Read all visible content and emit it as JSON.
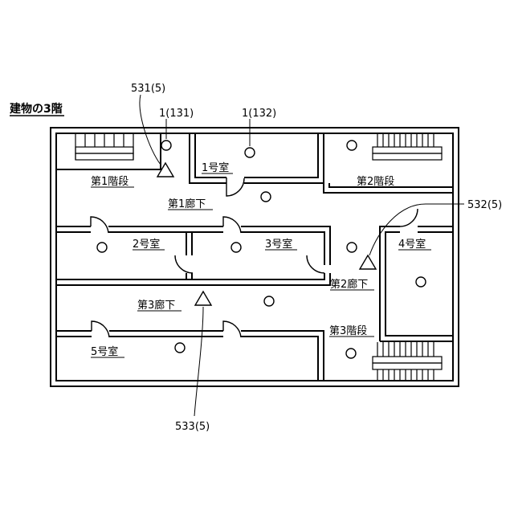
{
  "title": "建物の3階",
  "rooms": {
    "room1": "1号室",
    "room2": "2号室",
    "room3": "3号室",
    "room4": "4号室",
    "room5": "5号室"
  },
  "stairs": {
    "stair1": "第1階段",
    "stair2": "第2階段",
    "stair3": "第3階段"
  },
  "corridors": {
    "corridor1": "第1廊下",
    "corridor2": "第2廊下",
    "corridor3": "第3廊下"
  },
  "callouts": {
    "device_131": "1(131)",
    "device_132": "1(132)",
    "sensor_531": "531(5)",
    "sensor_532": "532(5)",
    "sensor_533": "533(5)"
  },
  "symbols": {
    "device": "circle",
    "sensor": "triangle"
  }
}
